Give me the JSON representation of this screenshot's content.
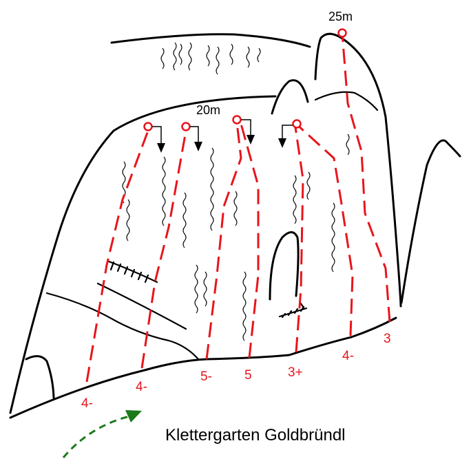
{
  "title": "Klettergarten Goldbründl",
  "colors": {
    "route": "#e8141b",
    "rock": "#000000",
    "approach": "#1a7a1a"
  },
  "height_labels": [
    "25m",
    "20m"
  ],
  "routes": [
    {
      "grade": "4-"
    },
    {
      "grade": "4-"
    },
    {
      "grade": "5-"
    },
    {
      "grade": "5"
    },
    {
      "grade": "3+"
    },
    {
      "grade": "4-"
    },
    {
      "grade": "3"
    }
  ]
}
